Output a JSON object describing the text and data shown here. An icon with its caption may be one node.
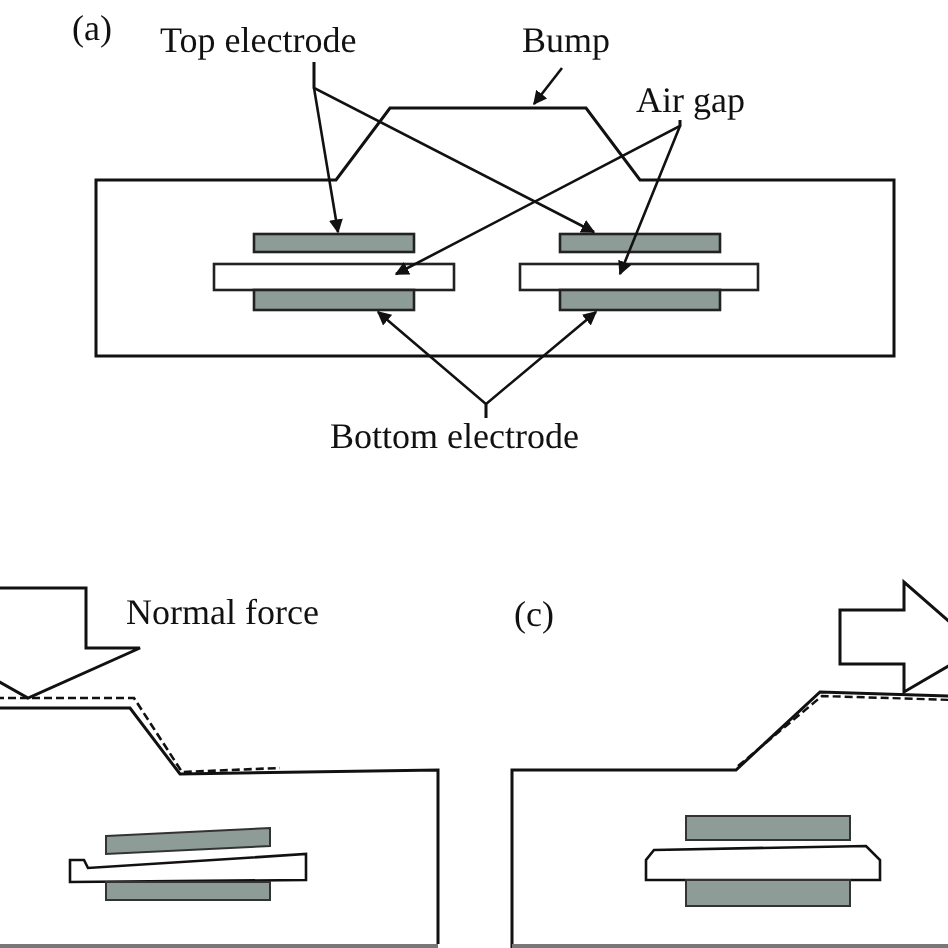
{
  "diagram": {
    "nodes": [
      {
        "text": [
          "Top electrode"
        ]
      },
      {
        "text": [
          "Bump"
        ]
      },
      {
        "text": [
          "Air gap"
        ]
      },
      {
        "text": [
          "Bottom electrode"
        ]
      },
      {
        "text": [],
        "shape": "box"
      },
      {
        "text": [],
        "shape": "box"
      },
      {
        "text": [],
        "shape": "box"
      },
      {
        "text": [],
        "shape": "box"
      },
      {
        "text": [],
        "shape": "box"
      },
      {
        "text": [],
        "shape": "box"
      }
    ],
    "edges": [
      {
        "from": 0,
        "to": 4,
        "arrow": "to"
      },
      {
        "from": 0,
        "to": 5,
        "arrow": "to"
      },
      {
        "from": 1,
        "to": null,
        "arrow": "to"
      },
      {
        "from": 2,
        "to": 6,
        "arrow": "to"
      },
      {
        "from": 2,
        "to": 7,
        "arrow": "to"
      },
      {
        "from": 3,
        "to": 8,
        "arrow": "to"
      },
      {
        "from": 3,
        "to": 9,
        "arrow": "to"
      }
    ],
    "labels": [
      "(a)",
      "Normal force",
      "(c)"
    ]
  }
}
